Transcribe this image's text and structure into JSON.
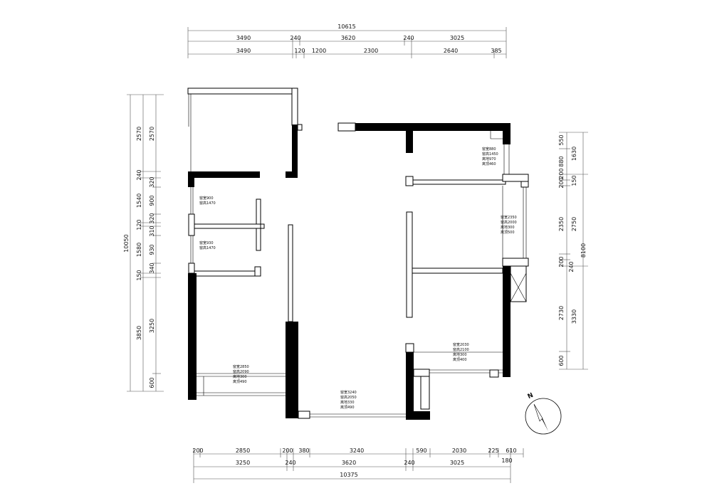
{
  "dimensions": {
    "top_total": "10615",
    "top_row1": [
      "3490",
      "240",
      "3620",
      "240",
      "3025"
    ],
    "top_row2": [
      "3490",
      "120",
      "1200",
      "2300",
      "2640",
      "385"
    ],
    "bottom_row1": [
      "200",
      "2850",
      "200",
      "380",
      "3240",
      "590",
      "2030",
      "225",
      "610"
    ],
    "bottom_row2": [
      "3250",
      "240",
      "3620",
      "240",
      "3025"
    ],
    "bottom_extra": "180",
    "bottom_total": "10375",
    "left_total": "10050",
    "left_col1": [
      "2570",
      "240",
      "1540",
      "120",
      "1580",
      "150",
      "3850"
    ],
    "left_col2": [
      "2570",
      "320",
      "900",
      "320",
      "310",
      "930",
      "340",
      "3250",
      "600"
    ],
    "right_col1": [
      "550",
      "880",
      "200",
      "200",
      "2350",
      "200",
      "240",
      "2730",
      "600"
    ],
    "right_col2": [
      "1630",
      "150",
      "2750",
      "3330"
    ],
    "right_total": "8100"
  },
  "window_notes": {
    "note_1": [
      "窗宽880",
      "窗高1450",
      "离地970",
      "离顶460"
    ],
    "note_2": [
      "窗宽900",
      "窗高1470"
    ],
    "note_3": [
      "窗宽930",
      "窗高1470"
    ],
    "note_4": [
      "窗宽2350",
      "窗高2000",
      "离地300",
      "离顶500"
    ],
    "note_5": [
      "窗宽2030",
      "窗高2100",
      "离地300",
      "离顶400"
    ],
    "note_6": [
      "窗宽2850",
      "窗高2090",
      "离地300",
      "离顶490"
    ],
    "note_7": [
      "窗宽3240",
      "窗高2050",
      "离地330",
      "离顶490"
    ]
  },
  "compass": {
    "label": "N",
    "icon": "north-arrow-icon"
  }
}
